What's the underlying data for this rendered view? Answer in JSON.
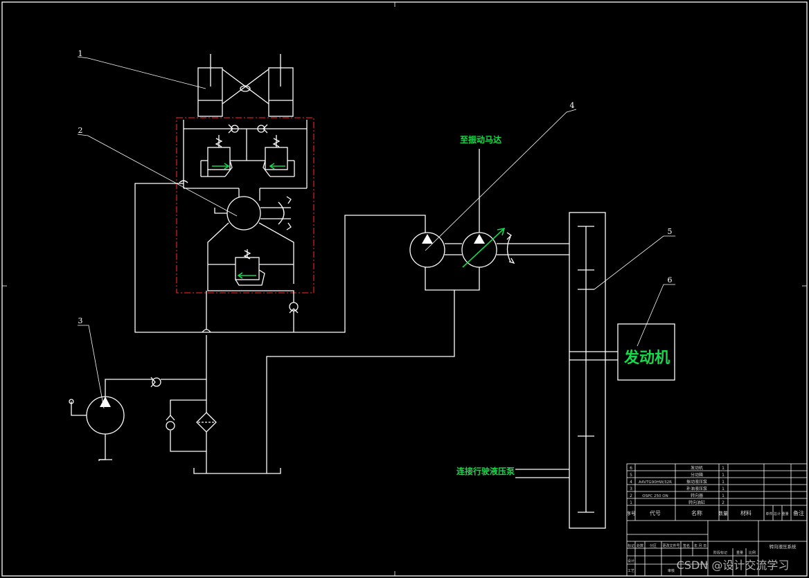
{
  "callouts": [
    "1",
    "2",
    "3",
    "4",
    "5",
    "6"
  ],
  "labels": {
    "motor": "至振动马达",
    "travel_pump": "连接行驶液压泵",
    "engine": "发动机"
  },
  "title_block": {
    "header": [
      "序号",
      "代号",
      "名称",
      "数量",
      "材料",
      "单件 总计 重量",
      "备注"
    ],
    "rows": [
      {
        "no": "6",
        "code": "",
        "name": "发动机",
        "qty": "1"
      },
      {
        "no": "5",
        "code": "",
        "name": "分动箱",
        "qty": "1"
      },
      {
        "no": "4",
        "code": "A4VTG90HW/32R",
        "name": "振动液压泵",
        "qty": "1"
      },
      {
        "no": "3",
        "code": "",
        "name": "补油液压泵",
        "qty": "1"
      },
      {
        "no": "2",
        "code": "OSPC 250 ON",
        "name": "转向器",
        "qty": "1"
      },
      {
        "no": "1",
        "code": "",
        "name": "转向油缸",
        "qty": "2"
      }
    ],
    "sign_labels": [
      "标记",
      "处数",
      "分区",
      "更改文件号",
      "签名",
      "年 月 日"
    ],
    "roles": [
      "设计",
      "审核",
      "工艺"
    ],
    "stage_labels": [
      "阶段标记",
      "重量",
      "比例"
    ],
    "drawing_title": "转向液压系统"
  },
  "colors": {
    "line": "#ffffff",
    "accent": "#16d84a",
    "frame_red": "#d42020",
    "background": "#000000"
  },
  "watermark": "CSDN @设计交流学习"
}
